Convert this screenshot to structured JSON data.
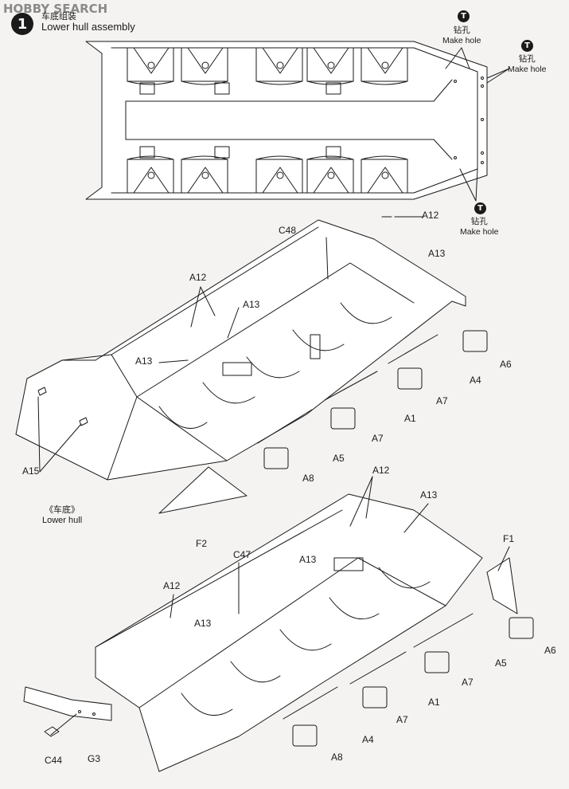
{
  "watermark": "HOBBY SEARCH",
  "step": {
    "number": "1",
    "title_cn": "车底组装",
    "title_en": "Lower hull assembly"
  },
  "drill": {
    "icon_glyph": "T",
    "note_cn": "钻孔",
    "note_en": "Make hole"
  },
  "parts": {
    "a1": "A1",
    "a4": "A4",
    "a5": "A5",
    "a6": "A6",
    "a7": "A7",
    "a8": "A8",
    "a12": "A12",
    "a13": "A13",
    "a15": "A15",
    "c44": "C44",
    "c47": "C47",
    "c48": "C48",
    "f1": "F1",
    "f2": "F2",
    "g3": "G3"
  },
  "lower_hull": {
    "label_cn": "《车底》",
    "label_en": "Lower hull"
  },
  "colors": {
    "ink": "#1a1a1a",
    "paper": "#f4f3f1",
    "hull_fill": "#ffffff"
  }
}
